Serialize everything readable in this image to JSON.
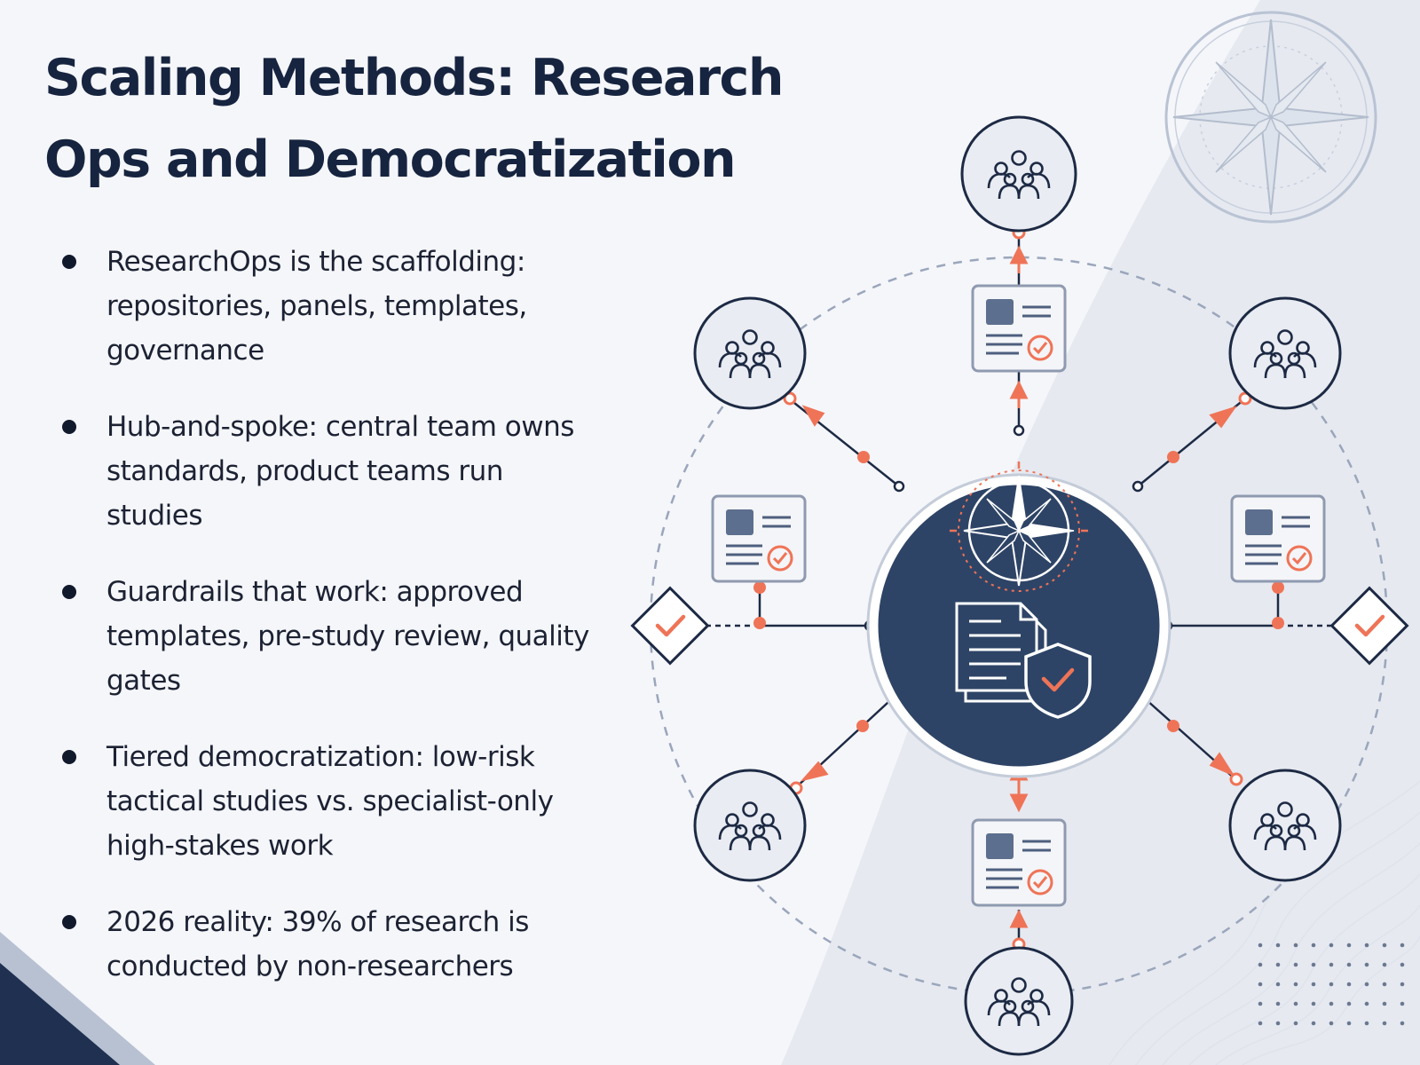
{
  "slide": {
    "title": "Scaling Methods: Research Ops and Democratization",
    "bullets": [
      "ResearchOps is the scaffolding: repositories, panels, templates, governance",
      "Hub-and-spoke: central team owns standards, product teams run studies",
      "Guardrails that work: approved templates, pre-study review, quality gates",
      "Tiered democratization: low-risk tactical studies vs. specialist-only high-stakes work",
      "2026 reality: 39% of research is conducted by non-researchers"
    ]
  },
  "diagram": {
    "hub_icons": [
      "compass-icon",
      "document-stack-icon",
      "shield-check-icon"
    ],
    "team_node_icon": "team-people-icon",
    "template_card_icon": "approved-template-card-icon",
    "gate_icon": "checkmark-diamond-icon",
    "decor_icon": "compass-rose-icon",
    "colors": {
      "navy": "#2e4466",
      "ink": "#1d2a44",
      "accent": "#ef7457",
      "ring": "#9aa6bb",
      "card_fill": "#f4f5f8",
      "card_square": "#5d6f8e",
      "background": "#f5f6fa"
    }
  }
}
